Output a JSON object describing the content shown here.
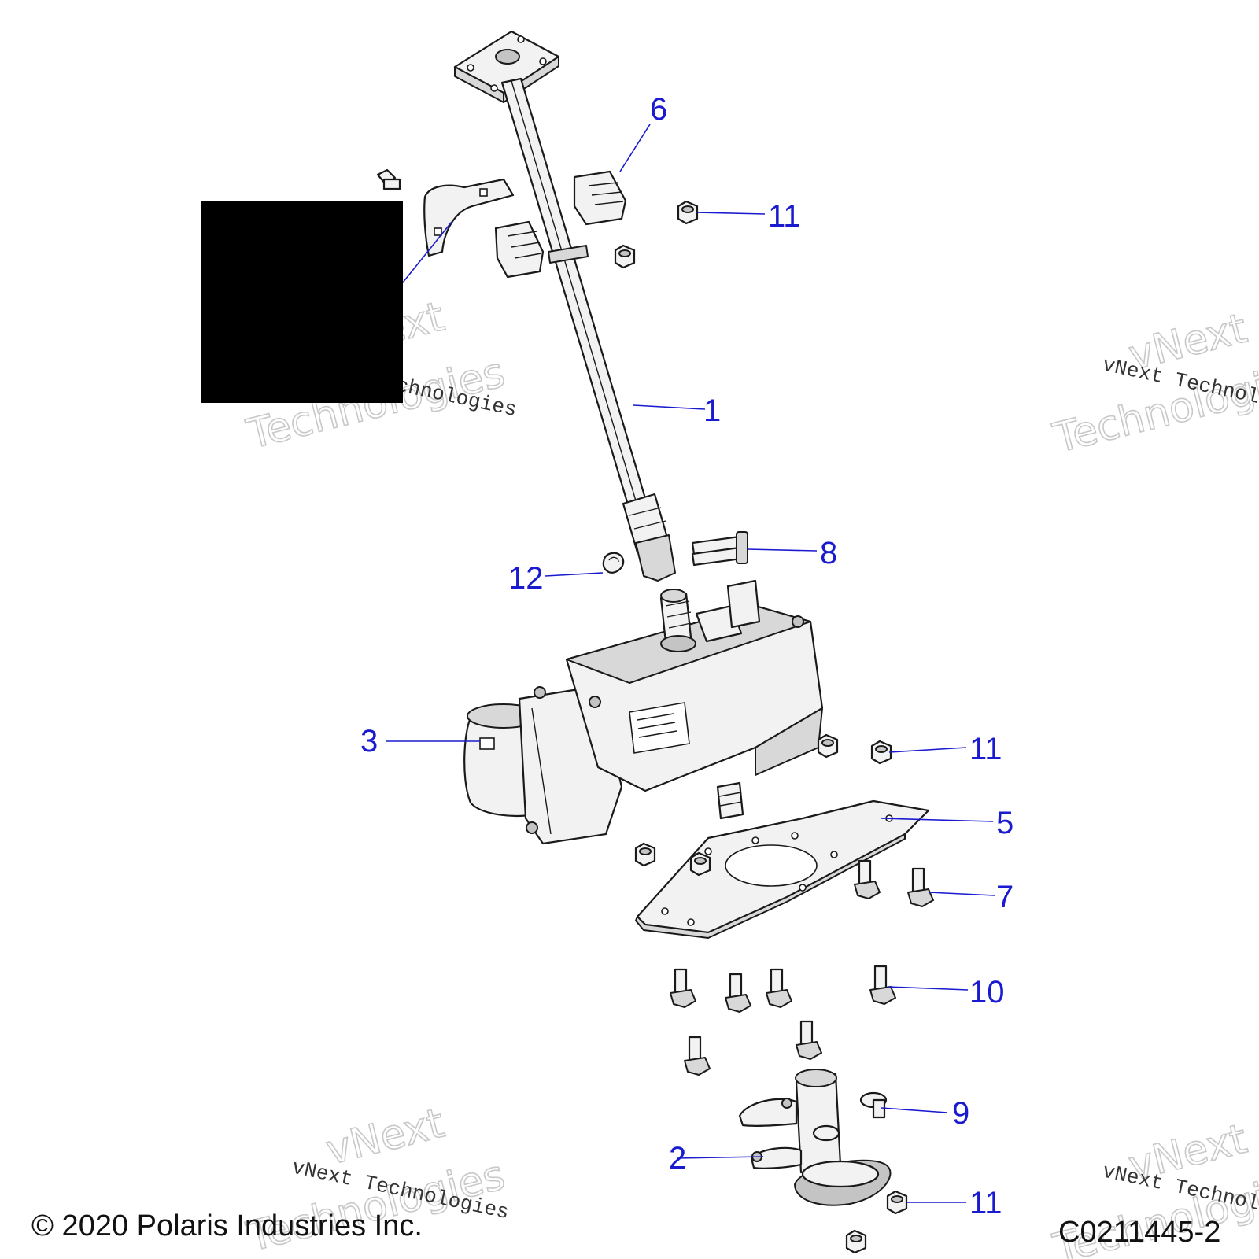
{
  "callouts": {
    "c1": "1",
    "c2": "2",
    "c3": "3",
    "c5": "5",
    "c6": "6",
    "c7": "7",
    "c8": "8",
    "c9": "9",
    "c10": "10",
    "c11a": "11",
    "c11b": "11",
    "c11c": "11",
    "c12": "12"
  },
  "watermark": {
    "brand": "vNext",
    "company": "Technologies",
    "caption": "vNext Technologies"
  },
  "copyright": "© 2020 Polaris Industries Inc.",
  "diagram_code": "C0211445-2",
  "colors": {
    "callout": "#1a1ad0",
    "redaction": "#000000"
  }
}
